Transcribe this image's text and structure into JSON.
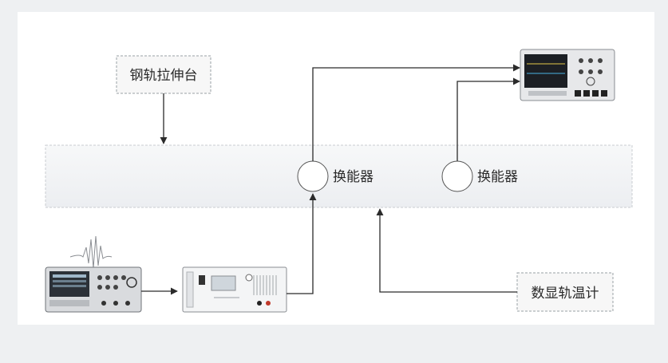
{
  "labels": {
    "rail_tensioner": "钢轨拉伸台",
    "transducer_left": "换能器",
    "transducer_right": "换能器",
    "rail_thermometer": "数显轨温计"
  },
  "icons": {
    "function_generator": "function-generator-icon",
    "power_amplifier": "power-amplifier-icon",
    "oscilloscope": "oscilloscope-icon",
    "waveform": "toneburst-waveform-icon"
  },
  "colors": {
    "background": "#eef0f2",
    "panel": "#ffffff",
    "rail": "#f3f4f6",
    "line": "#2b2b2b",
    "dashed_border": "#9aa0a6"
  }
}
